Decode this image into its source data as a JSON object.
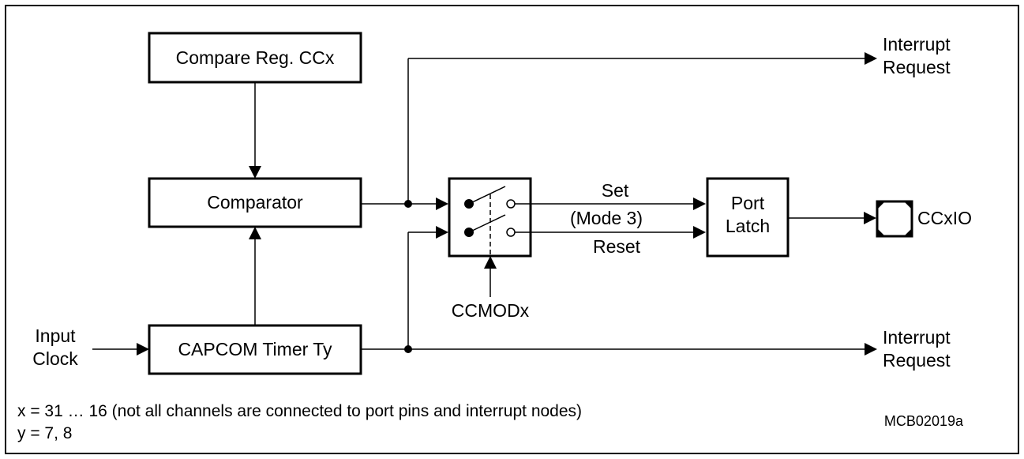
{
  "blocks": {
    "compare_reg": "Compare Reg. CCx",
    "comparator": "Comparator",
    "capcom_timer": "CAPCOM Timer Ty",
    "port_latch_line1": "Port",
    "port_latch_line2": "Latch"
  },
  "labels": {
    "interrupt_top_line1": "Interrupt",
    "interrupt_top_line2": "Request",
    "interrupt_bottom_line1": "Interrupt",
    "interrupt_bottom_line2": "Request",
    "set": "Set",
    "mode": "(Mode 3)",
    "reset": "Reset",
    "ccmodx": "CCMODx",
    "input_clock_line1": "Input",
    "input_clock_line2": "Clock",
    "ccxio": "CCxIO"
  },
  "notes": {
    "x_range": "x = 31 … 16 (not all channels are connected to port pins and interrupt nodes)",
    "y_range": "y = 7, 8",
    "figure_code": "MCB02019a"
  }
}
